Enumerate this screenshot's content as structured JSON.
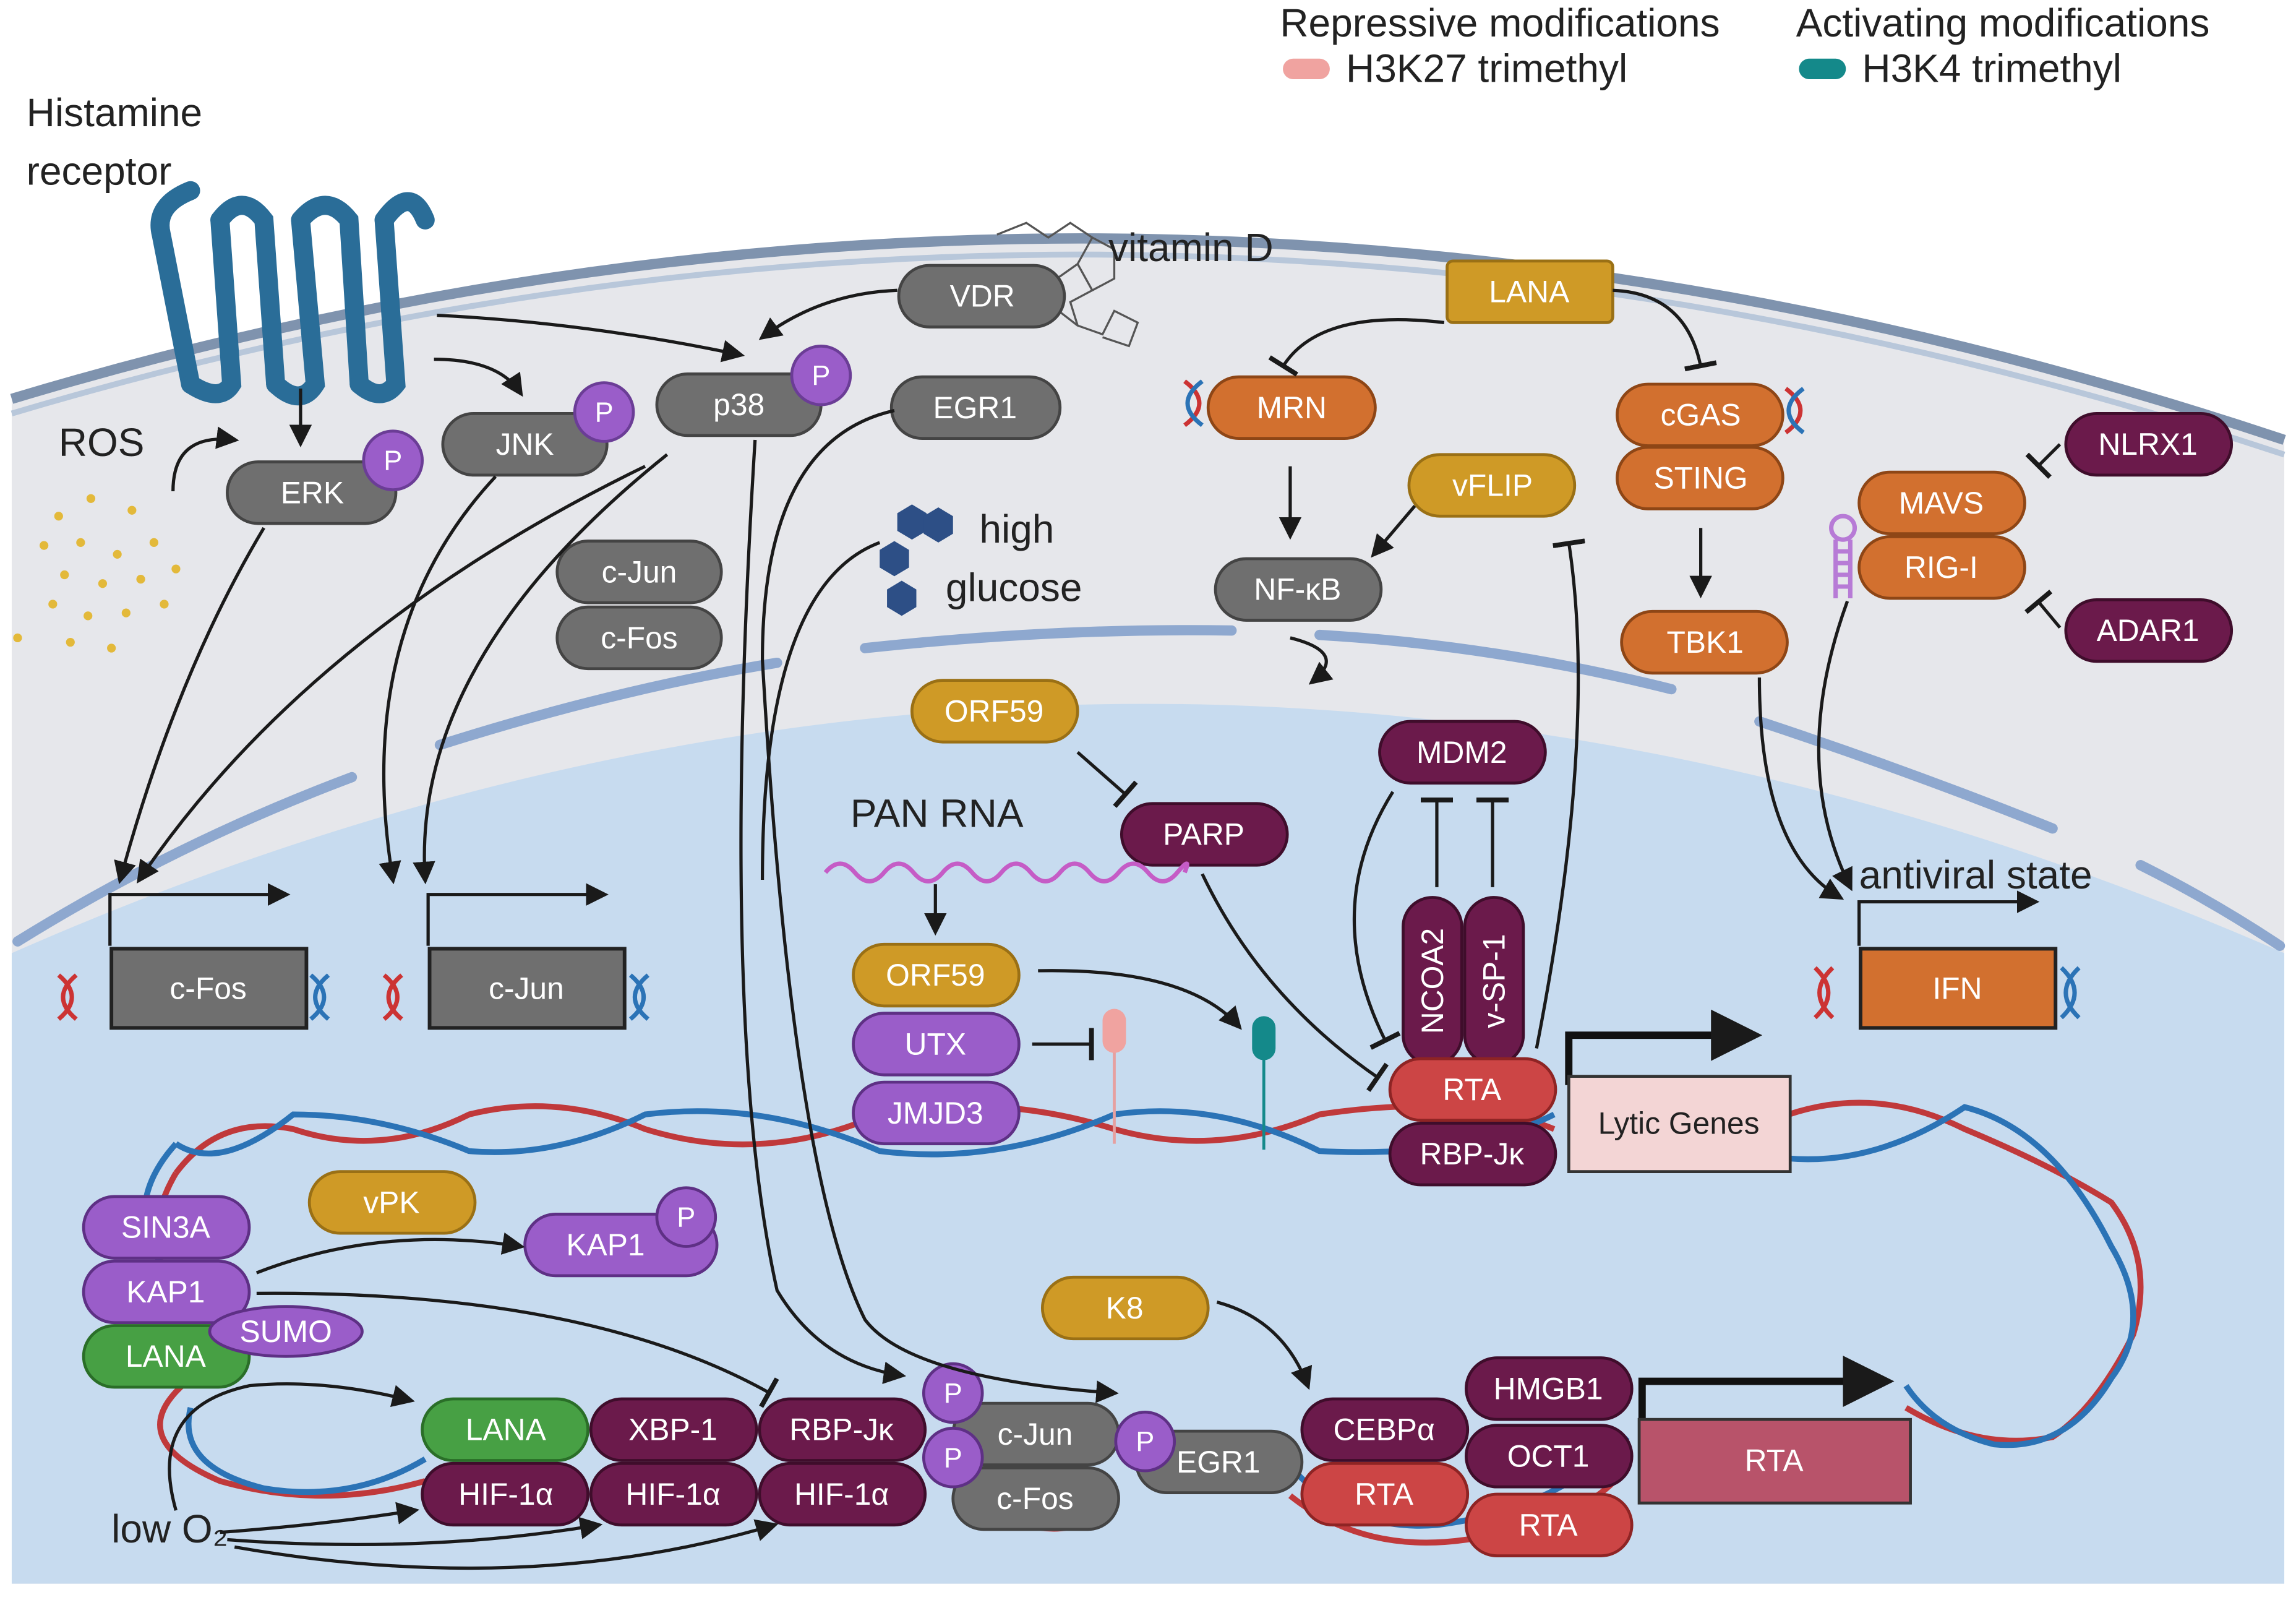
{
  "legend": {
    "repressive_title": "Repressive modifications",
    "repressive_item": "H3K27 trimethyl",
    "activating_title": "Activating modifications",
    "activating_item": "H3K4 trimethyl",
    "colors": {
      "repressive": "#f0a3a0",
      "activating": "#14898a"
    }
  },
  "labels": {
    "histamine_l1": "Histamine",
    "histamine_l2": "receptor",
    "ros": "ROS",
    "vitamin_d": "vitamin D",
    "high_glucose_l1": "high",
    "high_glucose_l2": "glucose",
    "pan_rna": "PAN RNA",
    "antiviral_state": "antiviral state",
    "low_o2": "low O₂"
  },
  "phospho": "P",
  "colors": {
    "grey": "#6f6f6f",
    "orange": "#d2702f",
    "gold": "#cf9a26",
    "maroon": "#6b1a4b",
    "purple": "#9a5dc9",
    "green": "#47a044",
    "red": "#cc4545",
    "cytoplasm": "#e6e7eb",
    "nucleus": "#c7dbef",
    "receptor": "#2a6d98"
  },
  "nodes": {
    "erk": "ERK",
    "jnk": "JNK",
    "p38": "p38",
    "vdr": "VDR",
    "egr1_cyt": "EGR1",
    "cjun_cyt": "c-Jun",
    "cfos_cyt": "c-Fos",
    "lana_top": "LANA",
    "mrn": "MRN",
    "cgas": "cGAS",
    "sting": "STING",
    "vflip": "vFLIP",
    "nfkb": "NF-κB",
    "tbk1": "TBK1",
    "mavs": "MAVS",
    "rigi": "RIG-I",
    "nlrx1": "NLRX1",
    "adar1": "ADAR1",
    "orf59_top": "ORF59",
    "parp": "PARP",
    "mdm2": "MDM2",
    "ncoa2": "NCOA2",
    "vsp1": "v-SP-1",
    "rta_main": "RTA",
    "rbpjk_main": "RBP-Jκ",
    "orf59_mid": "ORF59",
    "utx": "UTX",
    "jmjd3": "JMJD3",
    "vpk": "vPK",
    "kap1_p": "KAP1",
    "sin3a": "SIN3A",
    "kap1": "KAP1",
    "sumo": "SUMO",
    "lana_left": "LANA",
    "k8": "K8",
    "lana_bot": "LANA",
    "hif1a_1": "HIF-1α",
    "xbp1": "XBP-1",
    "hif1a_2": "HIF-1α",
    "rbpjk_bot": "RBP-Jκ",
    "hif1a_3": "HIF-1α",
    "cjun_bot": "c-Jun",
    "cfos_bot": "c-Fos",
    "egr1_bot": "EGR1",
    "cebpa": "CEBPα",
    "rta_cebp": "RTA",
    "hmgb1": "HMGB1",
    "oct1": "OCT1",
    "rta_oct": "RTA"
  },
  "genes": {
    "cfos": "c-Fos",
    "cjun": "c-Jun",
    "ifn": "IFN",
    "lytic": "Lytic Genes",
    "rta": "RTA"
  }
}
